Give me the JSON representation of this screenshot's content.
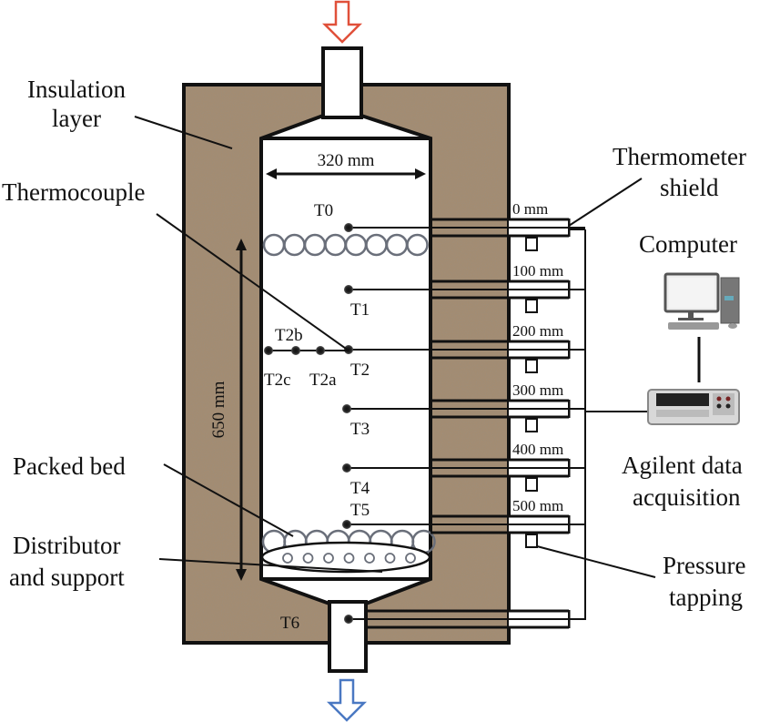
{
  "figure": {
    "title": "Packed bed column experimental setup",
    "colors": {
      "insulation": "#a38c72",
      "outline": "#111111",
      "inlet_arrow": "#e0503a",
      "outlet_arrow": "#4a78c2",
      "bed_particles": "#6a6f7a"
    },
    "labels": {
      "insulation_line1": "Insulation",
      "insulation_line2": "layer",
      "thermocouple": "Thermocouple",
      "packed_bed": "Packed bed",
      "distributor_line1": "Distributor",
      "distributor_line2": "and support",
      "shield_line1": "Thermometer",
      "shield_line2": "shield",
      "computer": "Computer",
      "daq_line1": "Agilent data",
      "daq_line2": "acquisition",
      "pressure_line1": "Pressure",
      "pressure_line2": "tapping"
    },
    "dimensions": {
      "diameter": "320 mm",
      "height": "650 mm"
    },
    "probes": [
      {
        "id": "T0",
        "height_label": "0 mm"
      },
      {
        "id": "T1",
        "height_label": "100 mm"
      },
      {
        "id": "T2",
        "height_label": "200 mm"
      },
      {
        "id": "T3",
        "height_label": "300 mm"
      },
      {
        "id": "T4",
        "height_label": "400 mm"
      },
      {
        "id": "T5",
        "height_label": "500 mm"
      },
      {
        "id": "T6",
        "height_label": ""
      }
    ],
    "radial_probes": [
      "T2a",
      "T2b",
      "T2c"
    ]
  }
}
